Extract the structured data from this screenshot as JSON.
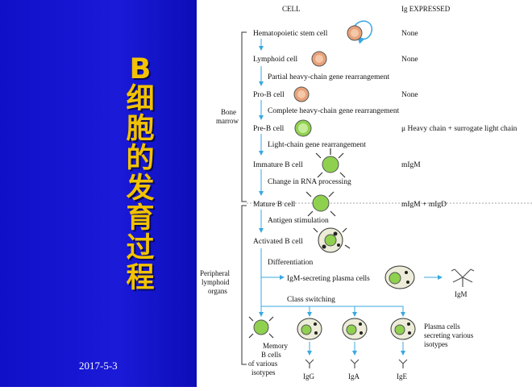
{
  "slide": {
    "title": "B细胞的发育过程",
    "date": "2017-5-3"
  },
  "diagram": {
    "headers": {
      "cell": "CELL",
      "ig": "Ig EXPRESSED"
    },
    "regions": {
      "bone_marrow": [
        "Bone",
        "marrow"
      ],
      "peripheral": [
        "Peripheral",
        "lymphoid",
        "organs"
      ]
    },
    "stages": [
      {
        "cell": "Hematopoietic stem cell",
        "ig": "None"
      },
      {
        "cell": "Lymphoid cell",
        "ig": "None"
      },
      {
        "cell": "Pro-B cell",
        "ig": "None"
      },
      {
        "cell": "Pre-B cell",
        "ig": "μ Heavy chain + surrogate light chain"
      },
      {
        "cell": "Immature B cell",
        "ig": "mIgM"
      },
      {
        "cell": "Mature B cell",
        "ig": "mIgM + mIgD"
      },
      {
        "cell": "Activated B cell",
        "ig": ""
      }
    ],
    "steps": [
      "Partial heavy-chain gene rearrangement",
      "Complete heavy-chain gene rearrangement",
      "Light-chain gene rearrangement",
      "Change in RNA processing",
      "Antigen stimulation",
      "Differentiation",
      "Class switching"
    ],
    "plasma_igm": "IgM-secreting plasma cells",
    "igm_label": "IgM",
    "memory": [
      "Memory",
      "B cells",
      "of various",
      "isotypes"
    ],
    "plasma_various": [
      "Plasma cells",
      "secreting various",
      "isotypes"
    ],
    "isotypes": [
      "IgG",
      "IgA",
      "IgE"
    ],
    "colors": {
      "background": "#1a1ad8",
      "title": "#f2c200",
      "arrow": "#3aa8e0",
      "orange_cell": "#e8a27a",
      "green_cell": "#8fd14f"
    }
  }
}
